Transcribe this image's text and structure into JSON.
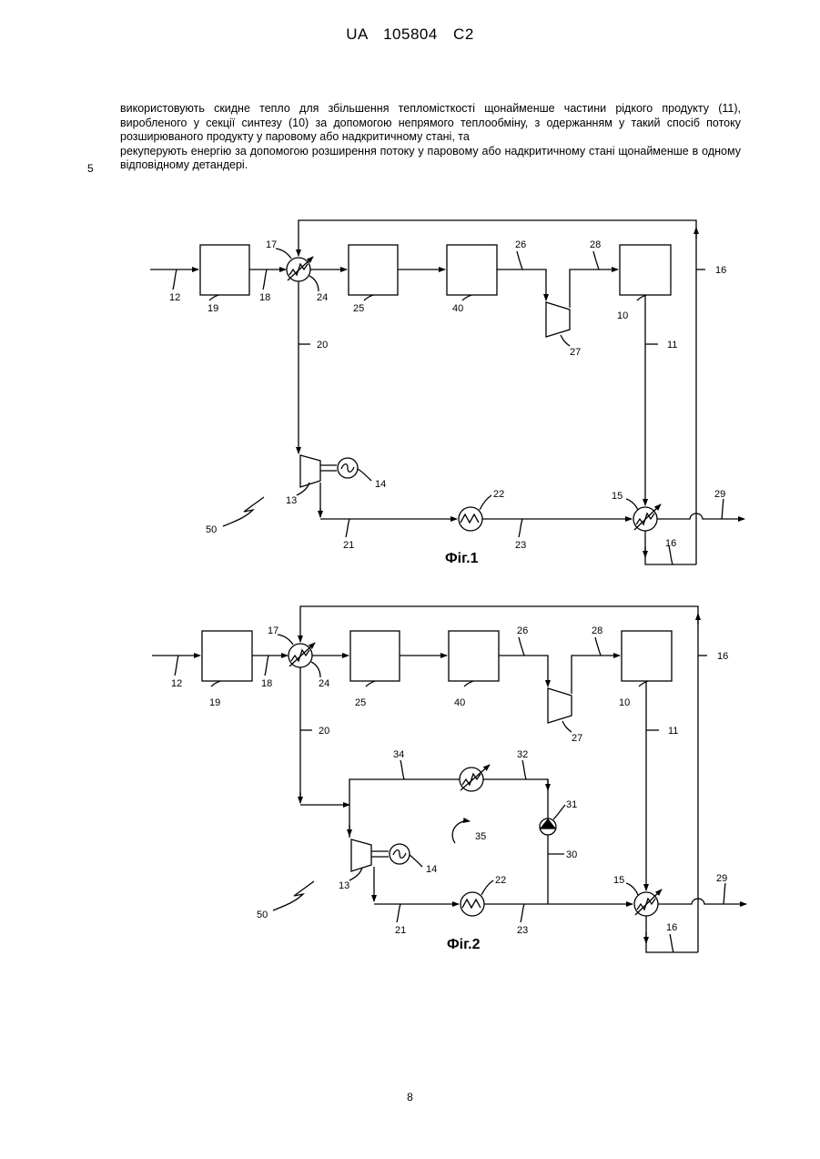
{
  "header": "UA 105804 C2",
  "paragraphs": [
    "використовують скидне тепло для збільшення тепломісткості щонайменше частини рідкого продукту (11), виробленого у секції синтезу (10) за допомогою непрямого теплообміну, з одержанням у такий спосіб потоку розширюваного продукту у паровому або надкритичному стані, та",
    "рекуперують енергію за допомогою розширення потоку у паровому або надкритичному стані щонайменше в одному відповідному детандері."
  ],
  "line_number": "5",
  "page_number": "8",
  "fig1": {
    "caption": "Фіг.1",
    "labels": {
      "l12": "12",
      "l19": "19",
      "l18": "18",
      "l17": "17",
      "l24": "24",
      "l25": "25",
      "l40": "40",
      "l26": "26",
      "l27": "27",
      "l28": "28",
      "l10": "10",
      "l16a": "16",
      "l11": "11",
      "l20": "20",
      "l14": "14",
      "l13": "13",
      "l50": "50",
      "l21": "21",
      "l22": "22",
      "l23": "23",
      "l15": "15",
      "l29": "29",
      "l16b": "16"
    }
  },
  "fig2": {
    "caption": "Фіг.2",
    "labels": {
      "l12": "12",
      "l19": "19",
      "l18": "18",
      "l17": "17",
      "l24": "24",
      "l25": "25",
      "l40": "40",
      "l26": "26",
      "l27": "27",
      "l28": "28",
      "l10": "10",
      "l16a": "16",
      "l11": "11",
      "l20": "20",
      "l34": "34",
      "l32": "32",
      "l31": "31",
      "l35": "35",
      "l30": "30",
      "l14": "14",
      "l13": "13",
      "l50": "50",
      "l21": "21",
      "l22": "22",
      "l23": "23",
      "l15": "15",
      "l29": "29",
      "l16b": "16"
    }
  }
}
